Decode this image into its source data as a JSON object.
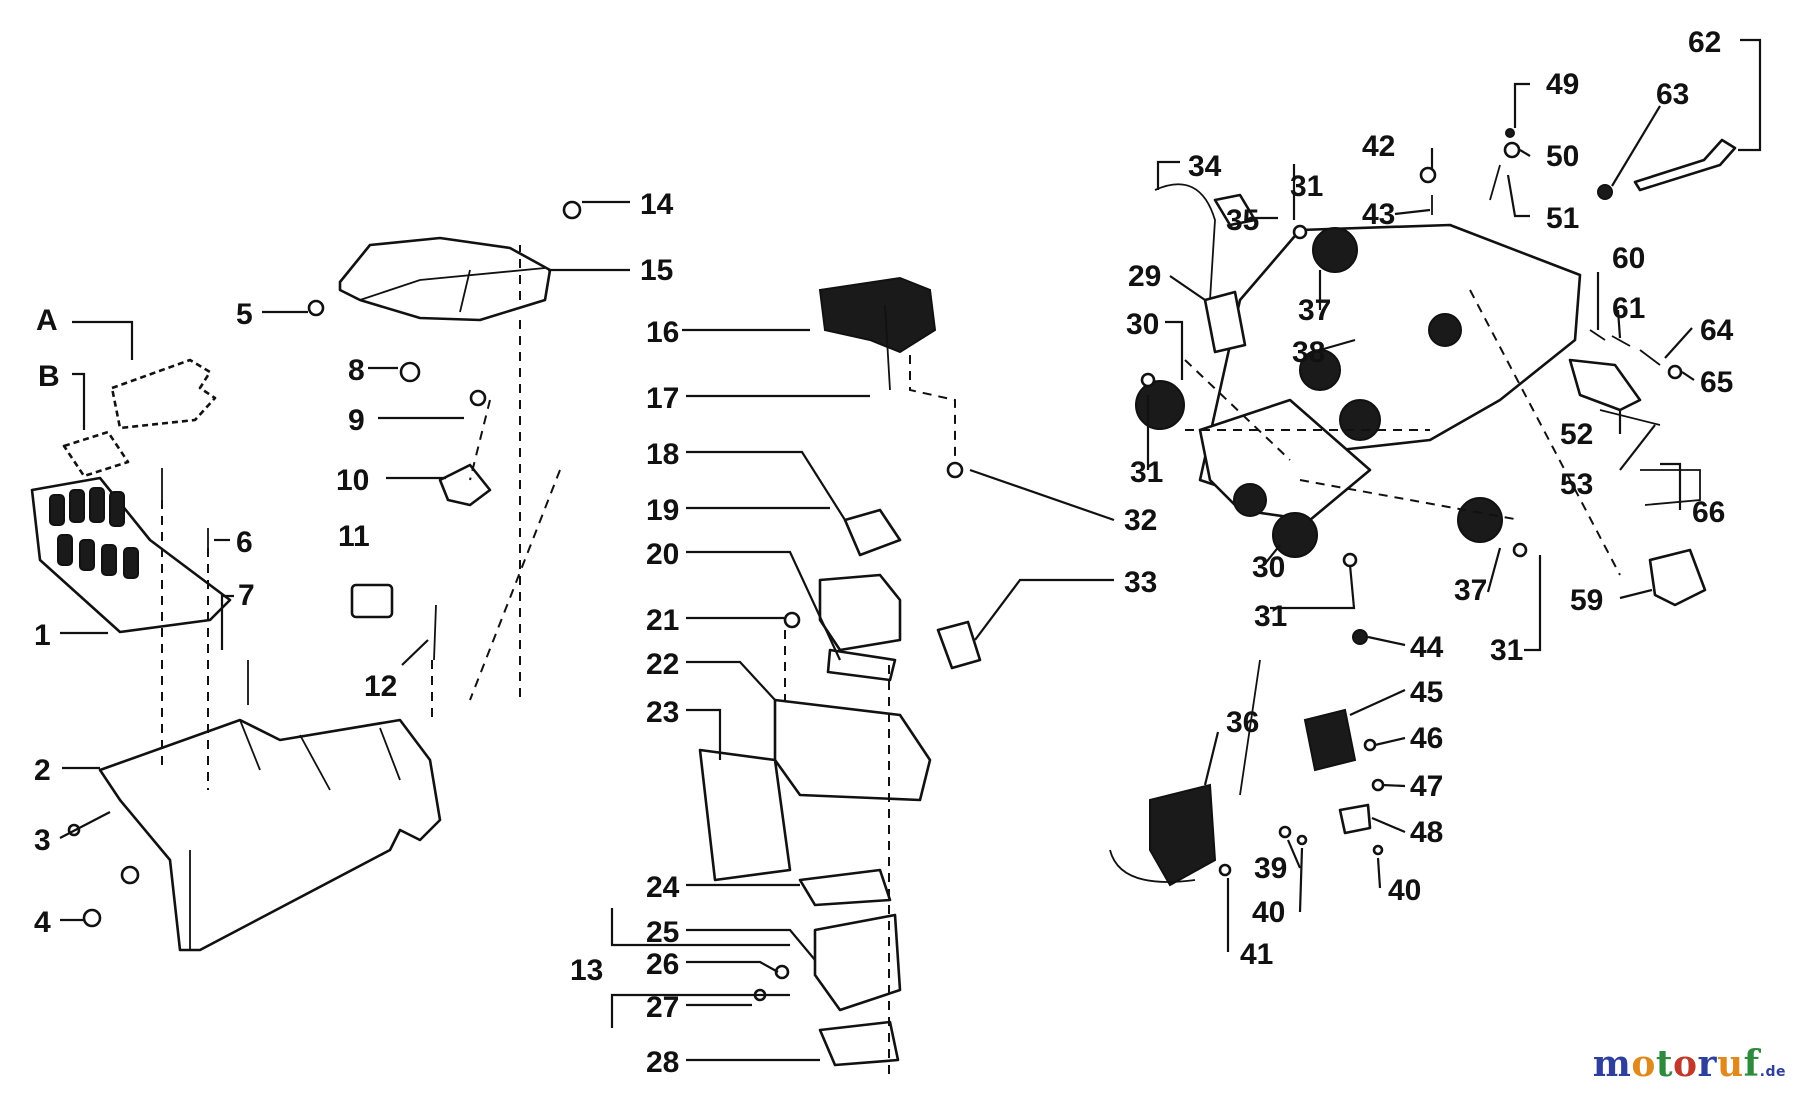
{
  "diagram": {
    "labels": [
      "A",
      "B",
      "1",
      "2",
      "3",
      "4",
      "5",
      "6",
      "7",
      "8",
      "9",
      "10",
      "11",
      "12",
      "13",
      "14",
      "15",
      "16",
      "17",
      "18",
      "19",
      "20",
      "21",
      "22",
      "23",
      "24",
      "25",
      "26",
      "27",
      "28",
      "29",
      "30",
      "30",
      "31",
      "31",
      "31",
      "31",
      "32",
      "33",
      "34",
      "35",
      "36",
      "37",
      "37",
      "38",
      "39",
      "40",
      "40",
      "41",
      "42",
      "43",
      "44",
      "45",
      "46",
      "47",
      "48",
      "49",
      "50",
      "51",
      "52",
      "53",
      "59",
      "60",
      "61",
      "62",
      "63",
      "64",
      "65",
      "66"
    ]
  },
  "watermark": {
    "letters": [
      "m",
      "o",
      "t",
      "o",
      "r",
      "u",
      "f"
    ],
    "letter_colors": [
      "#2e3f9e",
      "#e08a1e",
      "#2e8b3d",
      "#c0392b",
      "#2e3f9e",
      "#e08a1e",
      "#2e8b3d"
    ],
    "suffix": ".de"
  }
}
